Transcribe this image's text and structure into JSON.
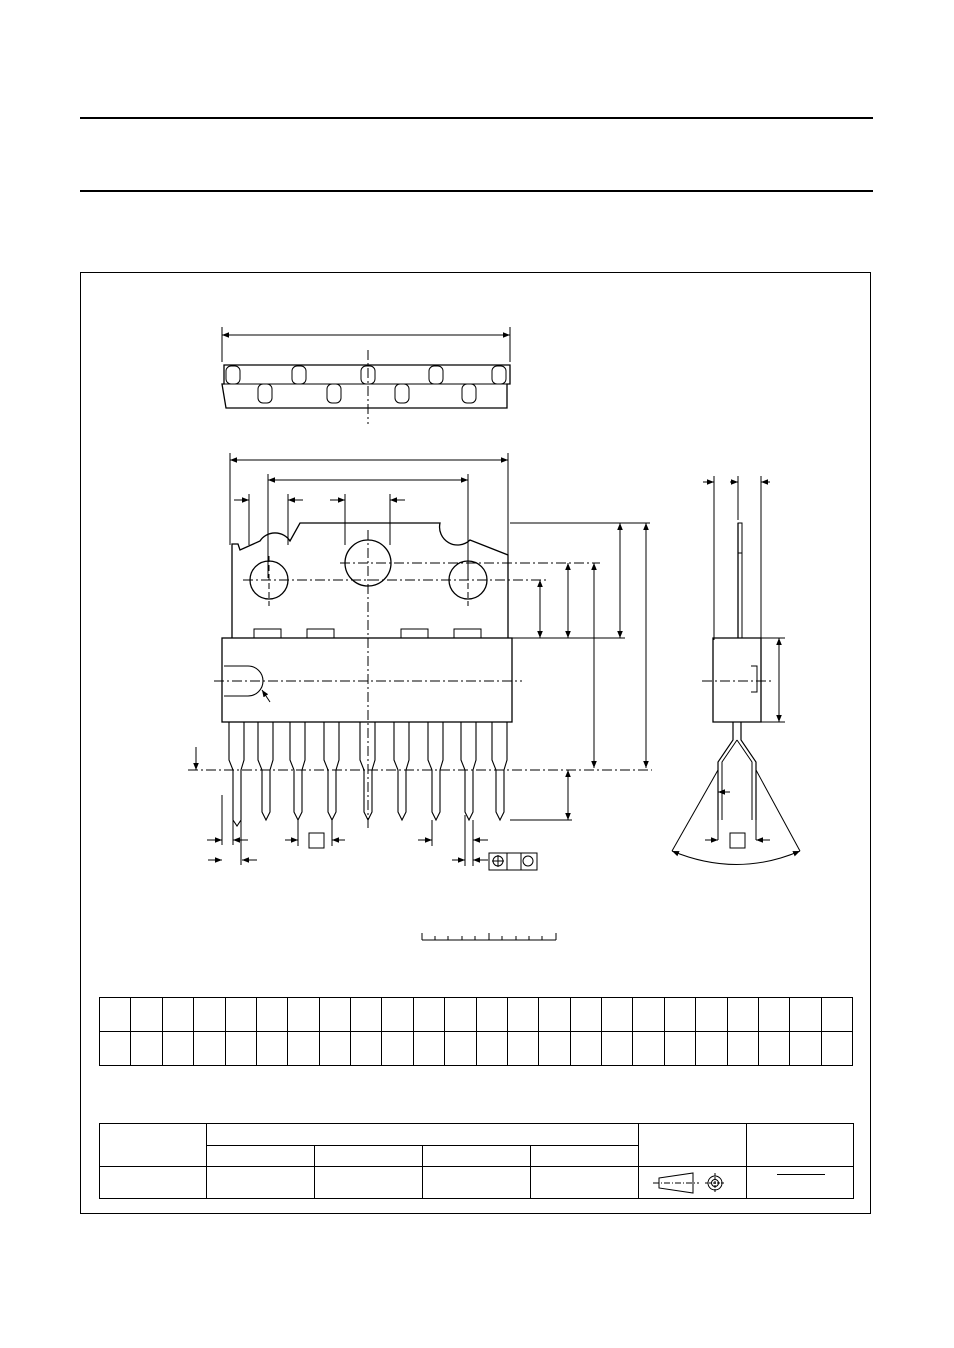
{
  "page": {
    "background": "#ffffff",
    "line_color": "#000000"
  },
  "outline_drawing": {
    "lead_count": 9,
    "scale_bar_divisions": 10,
    "datum_box_glyphs": [
      "⊕",
      "○"
    ]
  },
  "dimension_table": {
    "rows": 2,
    "columns": 24
  },
  "outline_version_table": {
    "rows": 3,
    "columns": 7
  }
}
